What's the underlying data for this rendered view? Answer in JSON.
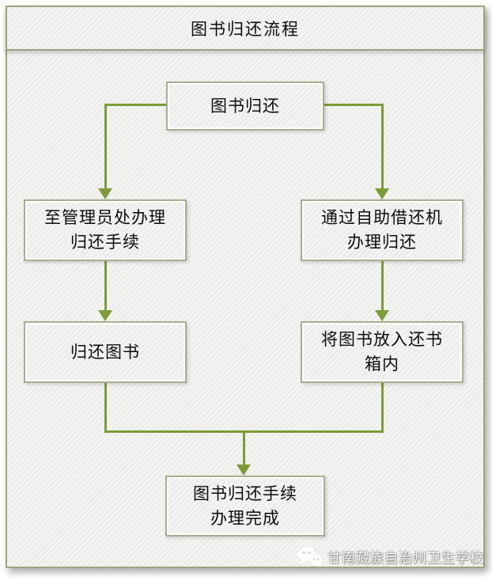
{
  "flow": {
    "title": "图书归还流程",
    "nodes": [
      {
        "id": "start",
        "lines": [
          "图书归还"
        ]
      },
      {
        "id": "left-counter",
        "lines": [
          "至管理员处办理",
          "归还手续"
        ]
      },
      {
        "id": "right-machine",
        "lines": [
          "通过自助借还机",
          "办理归还"
        ]
      },
      {
        "id": "left-return",
        "lines": [
          "归还图书"
        ]
      },
      {
        "id": "right-dropbox",
        "lines": [
          "将图书放入还书",
          "箱内"
        ]
      },
      {
        "id": "end",
        "lines": [
          "图书归还手续",
          "办理完成"
        ]
      }
    ]
  },
  "watermark": {
    "text": "甘南藏族自治州卫生学校",
    "icon": "wechat-icon"
  },
  "colors": {
    "connector_green": "#7d9b37",
    "frame_border": "#9da67e",
    "node_border": "#a8ae92",
    "panel_background": "#f4f4f2"
  }
}
